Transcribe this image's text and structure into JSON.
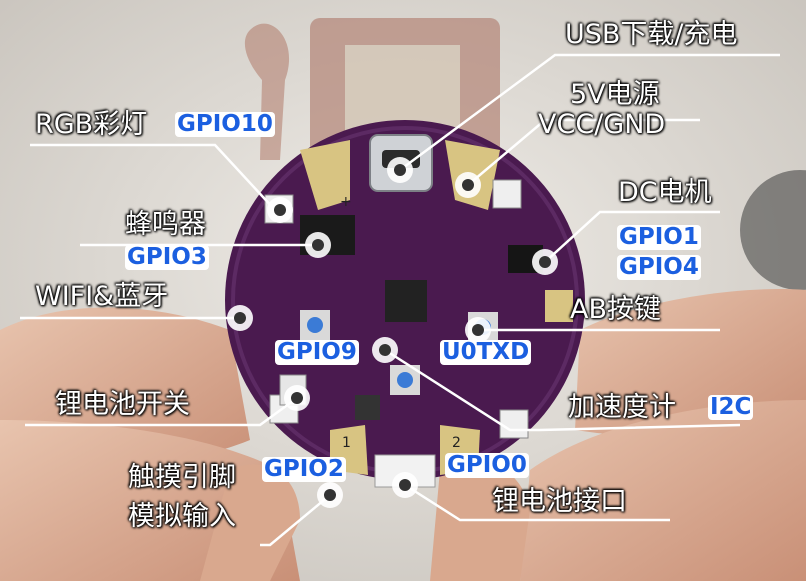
{
  "labels": {
    "usb": "USB下载/充电",
    "power_line1": "5V电源",
    "power_line2": "VCC/GND",
    "rgb": "RGB彩灯",
    "buzzer": "蜂鸣器",
    "dc_motor": "DC电机",
    "wifi_bt": "WIFI&蓝牙",
    "ab_buttons": "AB按键",
    "battery_switch": "锂电池开关",
    "accelerometer": "加速度计",
    "touch_line1": "触摸引脚",
    "touch_line2": "模拟输入",
    "battery_connector": "锂电池接口"
  },
  "gpio": {
    "rgb": "GPIO10",
    "buzzer": "GPIO3",
    "motor_a": "GPIO1",
    "motor_b": "GPIO4",
    "ab_left": "GPIO9",
    "ab_right": "U0TXD",
    "accelerometer": "I2C",
    "touch": "GPIO2",
    "battery": "GPIO0"
  },
  "board_marks": {
    "plus": "+",
    "pad1": "1",
    "pad2": "2"
  },
  "colors": {
    "board": "#4a1a4f",
    "pad_gold": "#d8c482",
    "gpio_blue": "#1b5fe0",
    "label_white": "#ffffff"
  }
}
